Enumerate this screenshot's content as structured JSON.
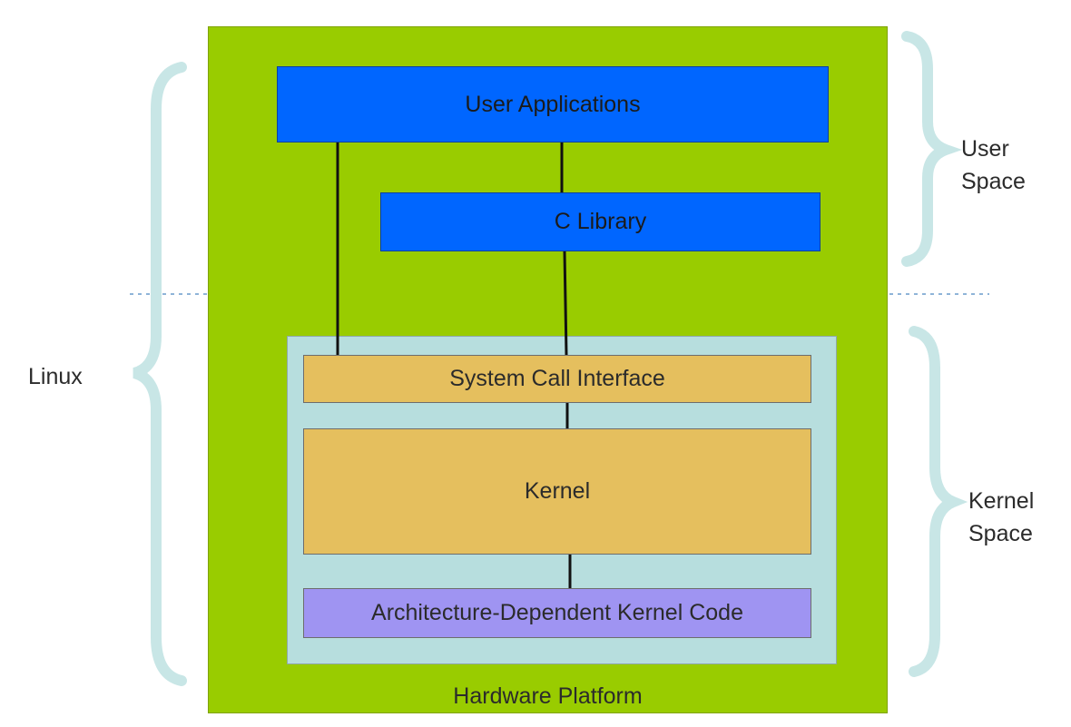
{
  "colors": {
    "hardware": "#99cc00",
    "kernel_panel": "#b7dede",
    "blue_box": "#0066ff",
    "kernel_box": "#e5bf5e",
    "arch_box": "#9f94f2",
    "brace": "#c8e6e6",
    "divider": "#8fb4d8"
  },
  "boxes": {
    "user_applications": "User Applications",
    "c_library": "C Library",
    "system_call_interface": "System Call Interface",
    "kernel": "Kernel",
    "arch_code": "Architecture-Dependent Kernel Code",
    "hardware_platform": "Hardware Platform"
  },
  "labels": {
    "linux": "Linux",
    "user_space": [
      "User",
      "Space"
    ],
    "kernel_space": [
      "Kernel",
      "Space"
    ]
  }
}
